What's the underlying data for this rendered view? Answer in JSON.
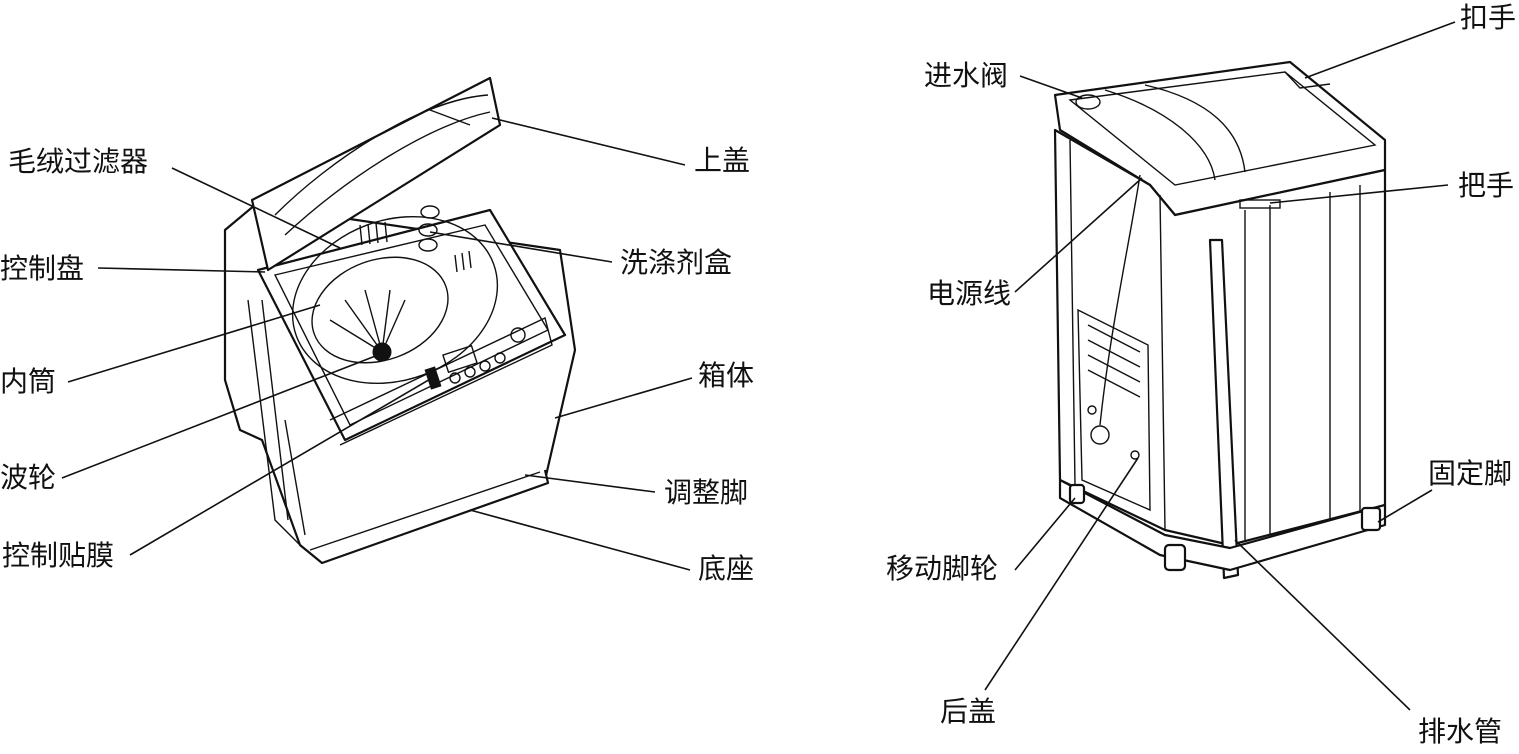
{
  "left_machine": {
    "labels": {
      "lint_filter": "毛绒过滤器",
      "control_panel": "控制盘",
      "inner_drum": "内筒",
      "pulsator": "波轮",
      "control_film": "控制贴膜",
      "top_lid": "上盖",
      "detergent_box": "洗涤剂盒",
      "cabinet": "箱体",
      "adjustable_foot": "调整脚",
      "base": "底座"
    }
  },
  "right_machine": {
    "labels": {
      "grip": "扣手",
      "inlet_valve": "进水阀",
      "handle": "把手",
      "power_cord": "电源线",
      "fixed_foot": "固定脚",
      "caster": "移动脚轮",
      "rear_cover": "后盖",
      "drain_hose": "排水管"
    }
  }
}
